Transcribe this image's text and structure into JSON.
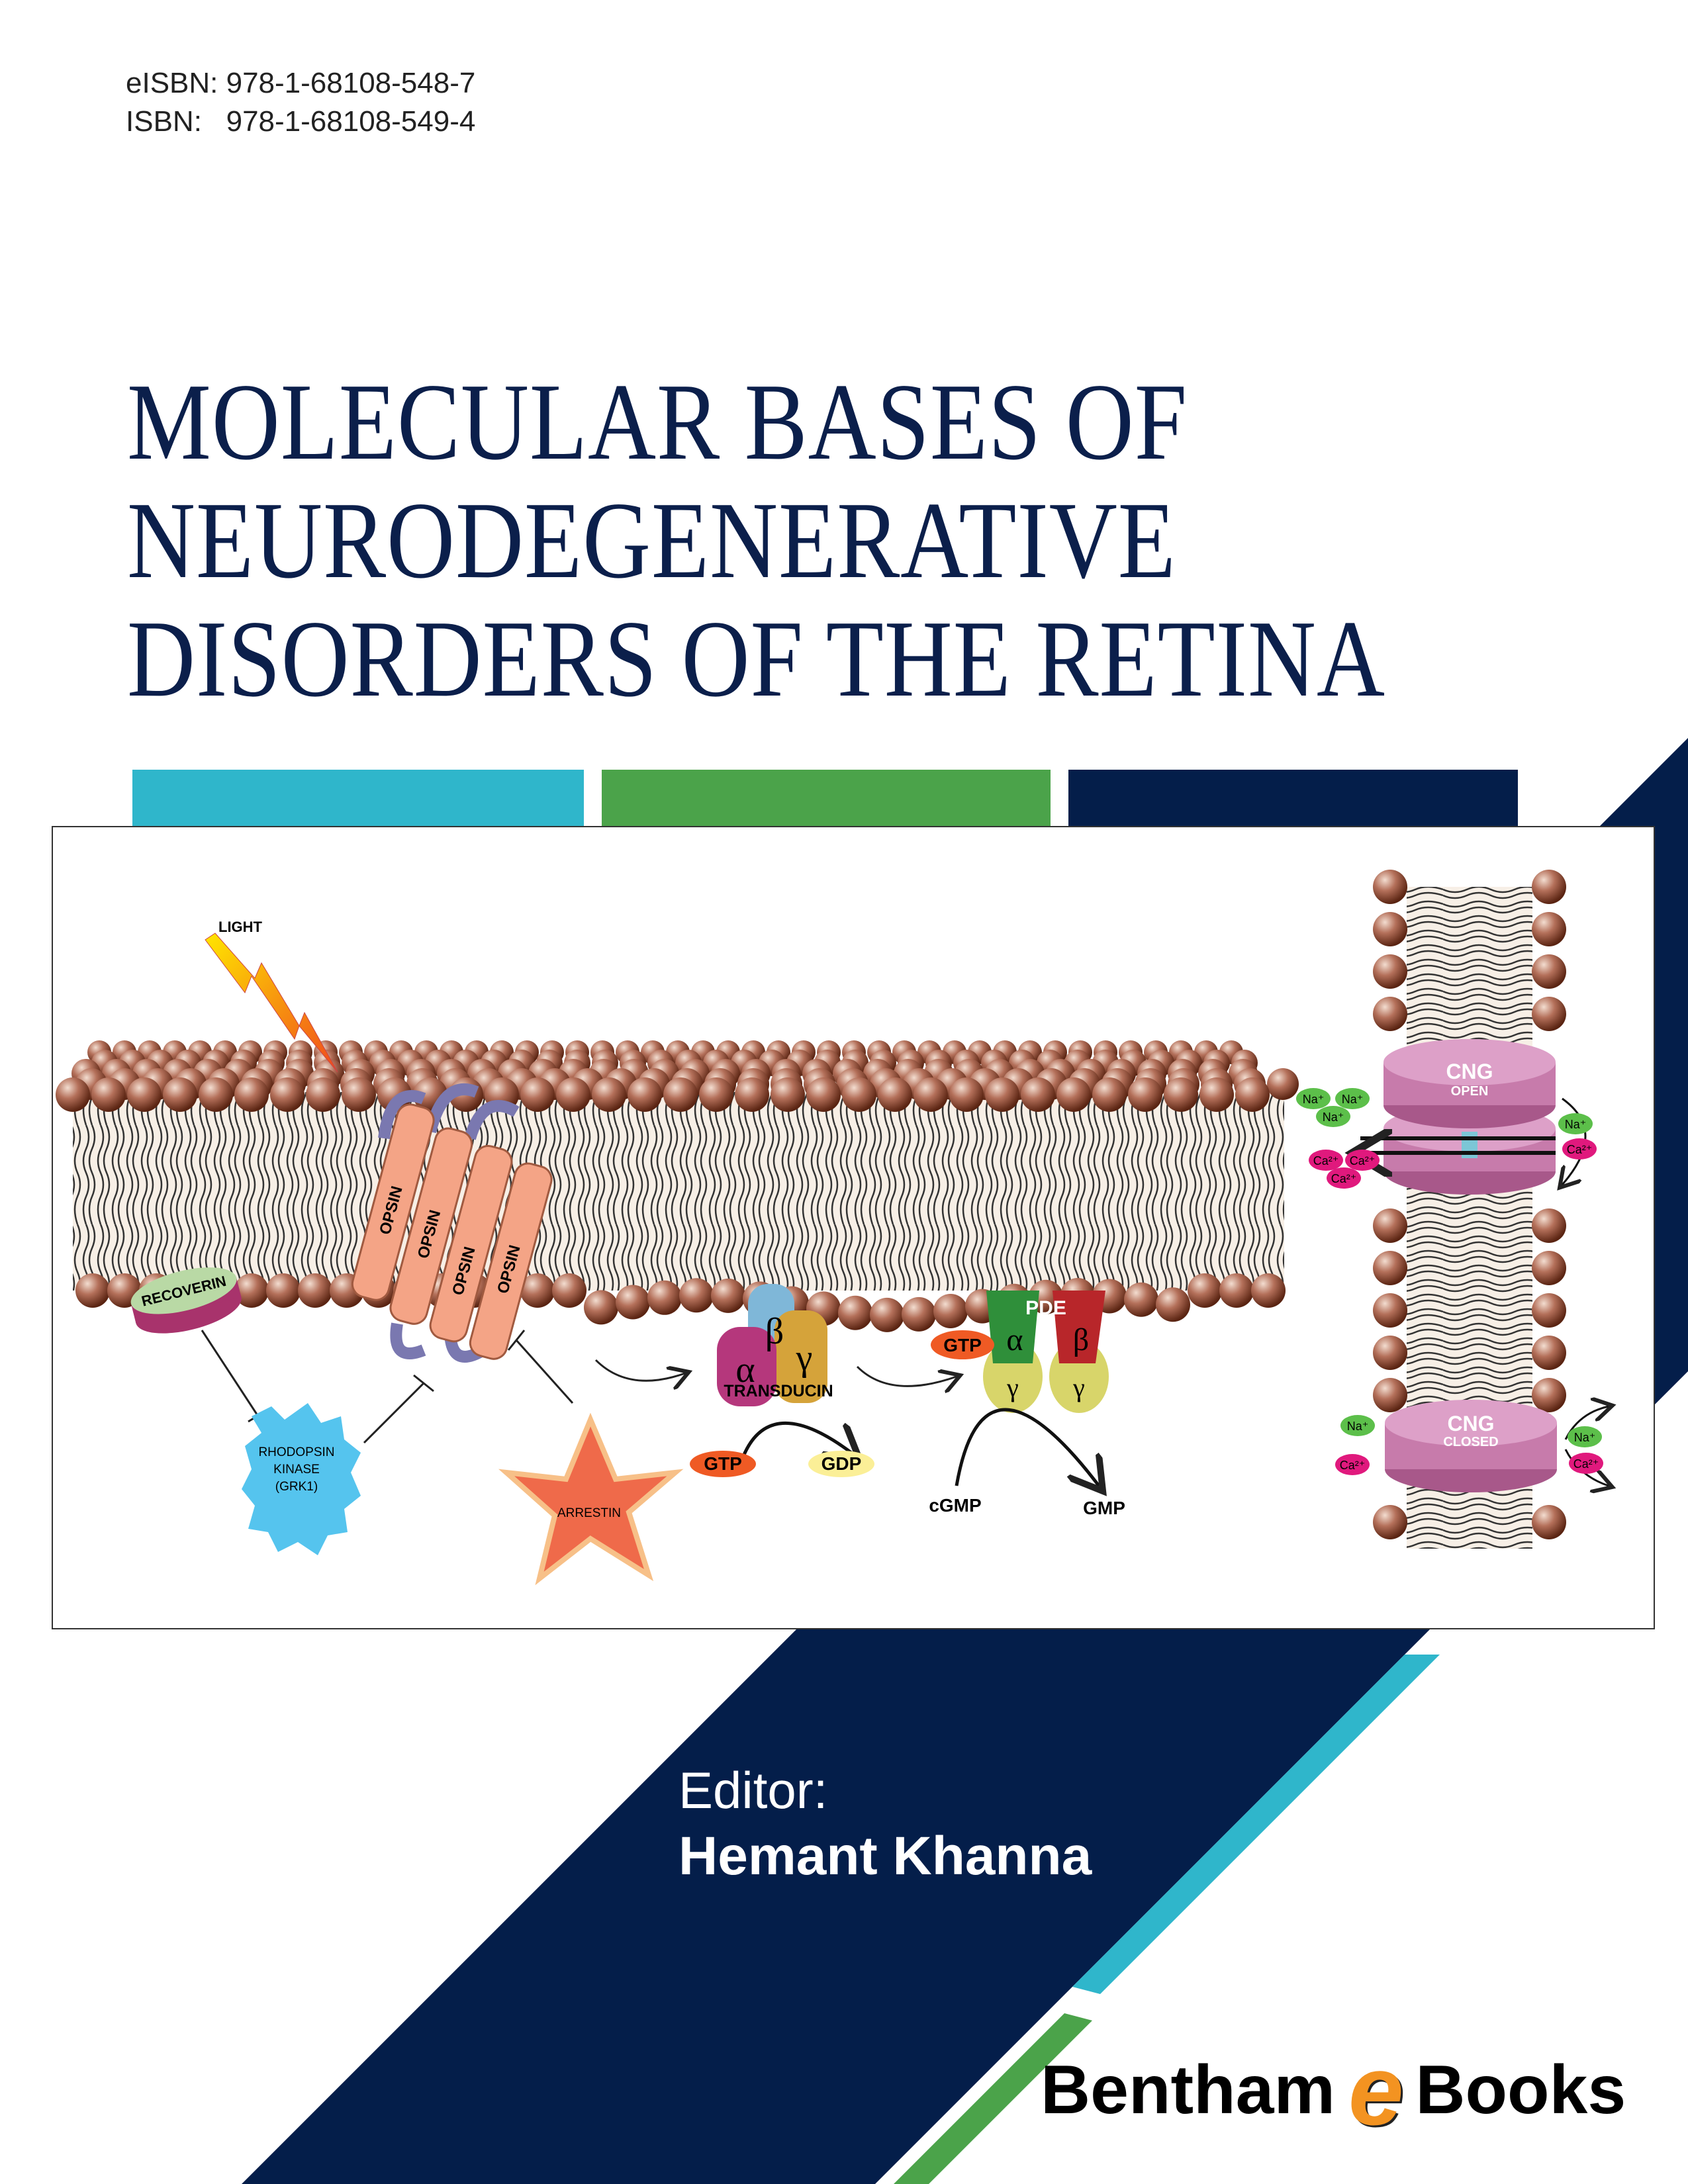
{
  "isbn": {
    "eisbn": "eISBN: 978-1-68108-548-7",
    "isbn": "ISBN:   978-1-68108-549-4"
  },
  "title": {
    "lines": [
      "MOLECULAR BASES OF",
      "NEURODEGENERATIVE",
      "DISORDERS OF THE RETINA"
    ]
  },
  "colors": {
    "navy": "#041e4a",
    "cyan": "#2fb6cb",
    "green": "#4ba34a",
    "title": "#0b1f4b",
    "logo_e": "#f39321"
  },
  "diagram": {
    "light": "LIGHT",
    "opsin": "OPSIN",
    "recoverin": "RECOVERIN",
    "rhodopsin_kinase": [
      "RHODOPSIN",
      "KINASE",
      "(GRK1)"
    ],
    "arrestin": "ARRESTIN",
    "transducin": "TRANSDUCIN",
    "alpha": "α",
    "beta": "β",
    "gamma": "γ",
    "gtp": "GTP",
    "gdp": "GDP",
    "pde": "PDE",
    "cgmp": "cGMP",
    "gmp": "GMP",
    "cng": "CNG",
    "open": "OPEN",
    "closed": "CLOSED",
    "na": "Na⁺",
    "ca": "Ca²⁺"
  },
  "editor": {
    "label": "Editor:",
    "name": "Hemant Khanna"
  },
  "publisher": {
    "left": "Bentham",
    "e": "e",
    "right": "Books"
  }
}
